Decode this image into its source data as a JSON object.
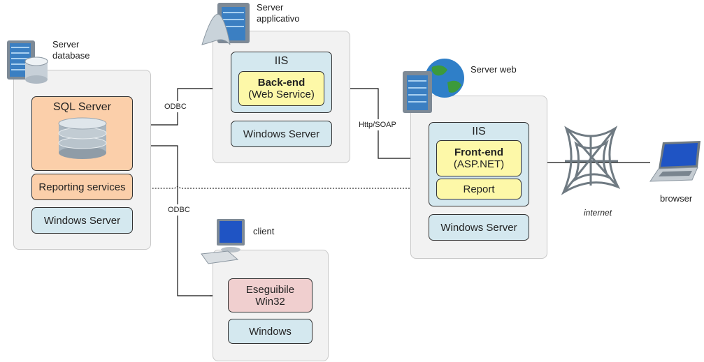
{
  "nodes": {
    "server_database": {
      "label_line1": "Server",
      "label_line2": "database",
      "icon": "database-server-icon",
      "components": {
        "sql_server": "SQL Server",
        "reporting": "Reporting services",
        "os": "Windows Server"
      }
    },
    "server_applicativo": {
      "label_line1": "Server",
      "label_line2": "applicativo",
      "icon": "application-server-icon",
      "components": {
        "iis": "IIS",
        "backend_title": "Back-end",
        "backend_sub": "(Web Service)",
        "os": "Windows Server"
      }
    },
    "server_web": {
      "label": "Server web",
      "icon": "web-server-globe-icon",
      "components": {
        "iis": "IIS",
        "frontend_title": "Front-end",
        "frontend_sub": "(ASP.NET)",
        "report": "Report",
        "os": "Windows Server"
      }
    },
    "client": {
      "label": "client",
      "icon": "desktop-computer-icon",
      "components": {
        "exe_line1": "Eseguibile",
        "exe_line2": "Win32",
        "os": "Windows"
      }
    },
    "internet": {
      "label": "internet",
      "icon": "web-network-icon"
    },
    "browser": {
      "label": "browser",
      "icon": "laptop-icon"
    }
  },
  "connections": [
    {
      "from": "Back-end",
      "to": "SQL Server",
      "label": "ODBC"
    },
    {
      "from": "Eseguibile Win32",
      "to": "SQL Server",
      "label": "ODBC"
    },
    {
      "from": "Front-end",
      "to": "Back-end",
      "label": "Http/SOAP"
    },
    {
      "from": "Report",
      "to": "Reporting services",
      "label": "",
      "style": "dotted"
    },
    {
      "from": "Front-end",
      "to": "browser",
      "label": "",
      "via": "internet"
    }
  ],
  "colors": {
    "panel": "#f2f2f2",
    "os_box": "#d4e8ef",
    "sql_box": "#fbcfaa",
    "app_box": "#fdf8a8",
    "client_box": "#f0cfcf"
  }
}
